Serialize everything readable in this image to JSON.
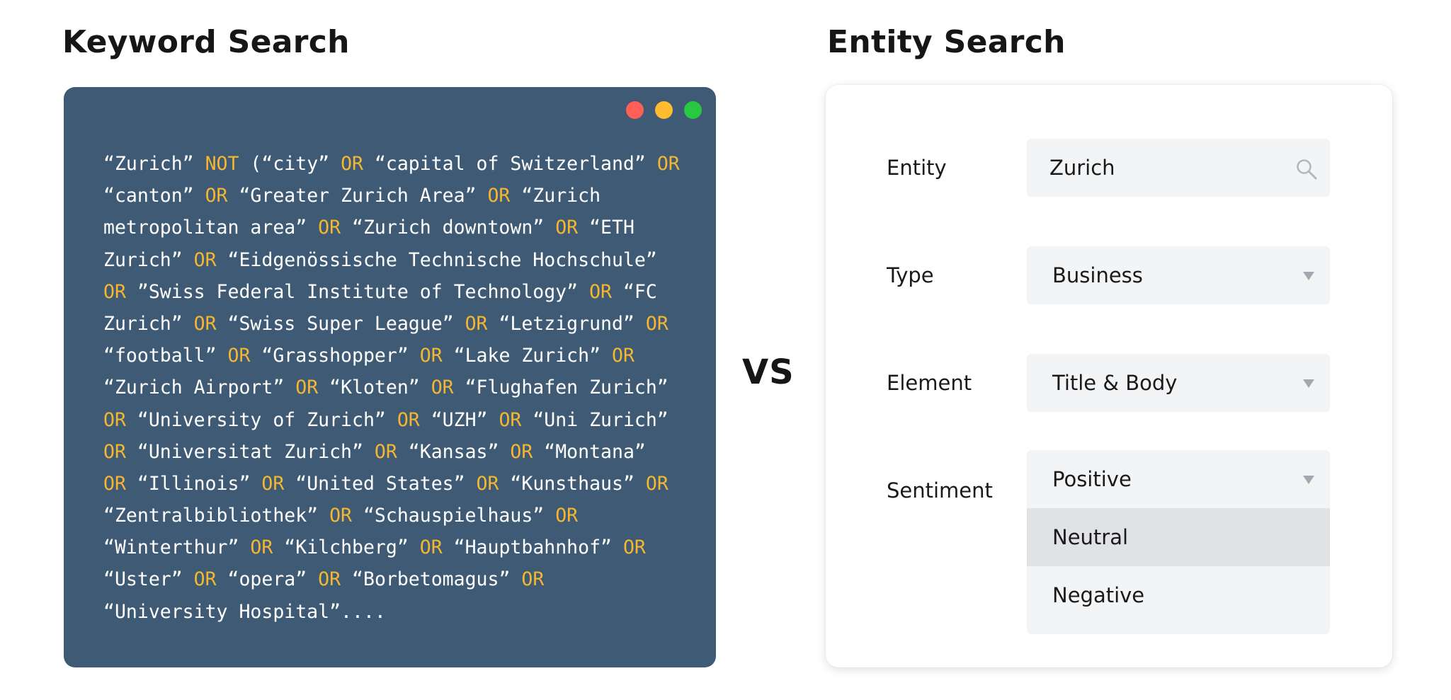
{
  "keyword_search": {
    "heading": "Keyword Search",
    "window_controls": [
      {
        "name": "close",
        "color": "#ff5f57"
      },
      {
        "name": "minimize",
        "color": "#febc2e"
      },
      {
        "name": "maximize",
        "color": "#28c840"
      }
    ],
    "operator_color": "#f5b731",
    "query_lines": [
      [
        {
          "t": "“Zurich” "
        },
        {
          "t": "NOT",
          "op": true
        },
        {
          "t": " (“city” "
        },
        {
          "t": "OR",
          "op": true
        },
        {
          "t": " “capital of Switzerland” "
        },
        {
          "t": "OR",
          "op": true
        }
      ],
      [
        {
          "t": "“canton” "
        },
        {
          "t": "OR",
          "op": true
        },
        {
          "t": " “Greater Zurich Area” "
        },
        {
          "t": "OR",
          "op": true
        },
        {
          "t": " “Zurich"
        }
      ],
      [
        {
          "t": "metropolitan area” "
        },
        {
          "t": "OR",
          "op": true
        },
        {
          "t": " “Zurich downtown” "
        },
        {
          "t": "OR",
          "op": true
        },
        {
          "t": " “ETH"
        }
      ],
      [
        {
          "t": "Zurich” "
        },
        {
          "t": "OR",
          "op": true
        },
        {
          "t": " “Eidgenössische Technische Hochschule”"
        }
      ],
      [
        {
          "t": "OR",
          "op": true
        },
        {
          "t": " ”Swiss Federal Institute of Technology” "
        },
        {
          "t": "OR",
          "op": true
        },
        {
          "t": " “FC"
        }
      ],
      [
        {
          "t": "Zurich” "
        },
        {
          "t": "OR",
          "op": true
        },
        {
          "t": " “Swiss Super League” "
        },
        {
          "t": "OR",
          "op": true
        },
        {
          "t": " “Letzigrund” "
        },
        {
          "t": "OR",
          "op": true
        }
      ],
      [
        {
          "t": "“football” "
        },
        {
          "t": "OR",
          "op": true
        },
        {
          "t": " “Grasshopper” "
        },
        {
          "t": "OR",
          "op": true
        },
        {
          "t": " “Lake Zurich” "
        },
        {
          "t": "OR",
          "op": true
        }
      ],
      [
        {
          "t": "“Zurich Airport” "
        },
        {
          "t": "OR",
          "op": true
        },
        {
          "t": " “Kloten” "
        },
        {
          "t": "OR",
          "op": true
        },
        {
          "t": " “Flughafen Zurich”"
        }
      ],
      [
        {
          "t": "OR",
          "op": true
        },
        {
          "t": " “University of Zurich” "
        },
        {
          "t": "OR",
          "op": true
        },
        {
          "t": " “UZH” "
        },
        {
          "t": "OR",
          "op": true
        },
        {
          "t": " “Uni Zurich”"
        }
      ],
      [
        {
          "t": "OR",
          "op": true
        },
        {
          "t": " “Universitat Zurich” "
        },
        {
          "t": "OR",
          "op": true
        },
        {
          "t": " “Kansas” "
        },
        {
          "t": "OR",
          "op": true
        },
        {
          "t": " “Montana”"
        }
      ],
      [
        {
          "t": "OR",
          "op": true
        },
        {
          "t": " “Illinois” "
        },
        {
          "t": "OR",
          "op": true
        },
        {
          "t": " “United States” "
        },
        {
          "t": "OR",
          "op": true
        },
        {
          "t": " “Kunsthaus” "
        },
        {
          "t": "OR",
          "op": true
        }
      ],
      [
        {
          "t": "“Zentralbibliothek” "
        },
        {
          "t": "OR",
          "op": true
        },
        {
          "t": " “Schauspielhaus” "
        },
        {
          "t": "OR",
          "op": true
        }
      ],
      [
        {
          "t": "“Winterthur” "
        },
        {
          "t": "OR",
          "op": true
        },
        {
          "t": " “Kilchberg” "
        },
        {
          "t": "OR",
          "op": true
        },
        {
          "t": " “Hauptbahnhof” "
        },
        {
          "t": "OR",
          "op": true
        }
      ],
      [
        {
          "t": "“Uster” "
        },
        {
          "t": "OR",
          "op": true
        },
        {
          "t": " “opera” "
        },
        {
          "t": "OR",
          "op": true
        },
        {
          "t": " “Borbetomagus” "
        },
        {
          "t": "OR",
          "op": true
        }
      ],
      [
        {
          "t": "“University Hospital”...."
        }
      ]
    ]
  },
  "vs_label": "VS",
  "entity_search": {
    "heading": "Entity Search",
    "entity": {
      "label": "Entity",
      "value": "Zurich",
      "icon": "search-icon"
    },
    "type": {
      "label": "Type",
      "value": "Business",
      "icon": "chevron-down-icon"
    },
    "element": {
      "label": "Element",
      "value": "Title & Body",
      "icon": "chevron-down-icon"
    },
    "sentiment": {
      "label": "Sentiment",
      "value": "Positive",
      "icon": "chevron-down-icon",
      "options": [
        {
          "label": "Neutral",
          "highlighted": true
        },
        {
          "label": "Negative",
          "highlighted": false
        }
      ]
    }
  }
}
